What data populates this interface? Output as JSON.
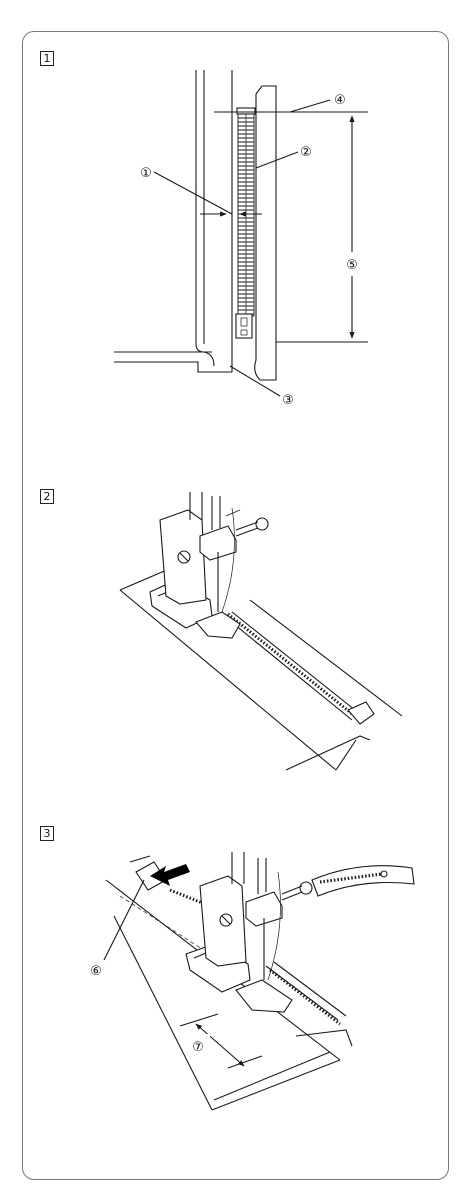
{
  "steps": [
    {
      "number": "1"
    },
    {
      "number": "2"
    },
    {
      "number": "3"
    }
  ],
  "callouts": {
    "c1": "①",
    "c2": "②",
    "c3": "③",
    "c4": "④",
    "c5": "⑤",
    "c6": "⑥",
    "c7": "⑦"
  },
  "colors": {
    "line": "#1a1a1a",
    "frame": "#777777",
    "arrow": "#000000"
  }
}
